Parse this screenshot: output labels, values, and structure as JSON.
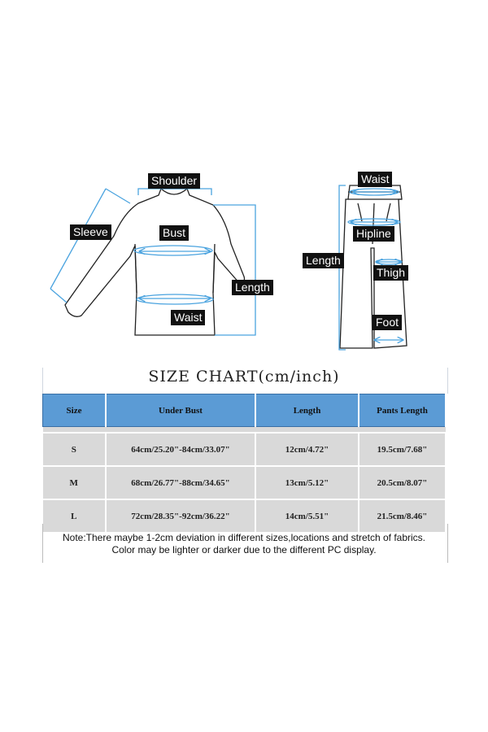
{
  "diagram": {
    "top_labels": {
      "shoulder": "Shoulder",
      "sleeve": "Sleeve",
      "bust": "Bust",
      "length": "Length",
      "waist": "Waist"
    },
    "bottom_labels": {
      "waist": "Waist",
      "hipline": "Hipline",
      "length": "Length",
      "thigh": "Thigh",
      "foot": "Foot"
    },
    "colors": {
      "measure_line": "#4aa3df",
      "outline": "#222222"
    },
    "icons": [
      "top-garment-icon",
      "pants-icon"
    ]
  },
  "chart_title": "SIZE CHART(cm/inch)",
  "table": {
    "headers": [
      "Size",
      "Under Bust",
      "Length",
      "Pants Length"
    ],
    "rows": [
      [
        "S",
        "64cm/25.20\"-84cm/33.07\"",
        "12cm/4.72\"",
        "19.5cm/7.68\""
      ],
      [
        "M",
        "68cm/26.77\"-88cm/34.65\"",
        "13cm/5.12\"",
        "20.5cm/8.07\""
      ],
      [
        "L",
        "72cm/28.35\"-92cm/36.22\"",
        "14cm/5.51\"",
        "21.5cm/8.46\""
      ]
    ],
    "colors": {
      "header_bg": "#5b9bd5",
      "row_bg": "#d9d9d9"
    }
  },
  "note": {
    "line1": "Note:There maybe 1-2cm deviation in different sizes,locations and stretch of fabrics.",
    "line2": "Color may be lighter or darker due to the different PC display."
  }
}
